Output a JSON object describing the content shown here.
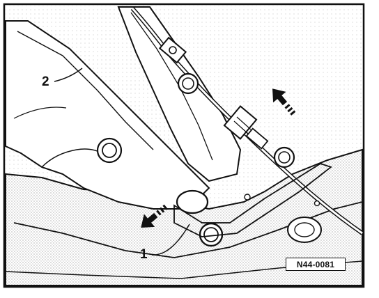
{
  "figure": {
    "callouts": [
      {
        "id": "1",
        "text": "1"
      },
      {
        "id": "2",
        "text": "2"
      }
    ],
    "figure_code": "N44-0081",
    "colors": {
      "ink": "#111111",
      "paper": "#ffffff",
      "shade": "#d9d9d9"
    }
  }
}
